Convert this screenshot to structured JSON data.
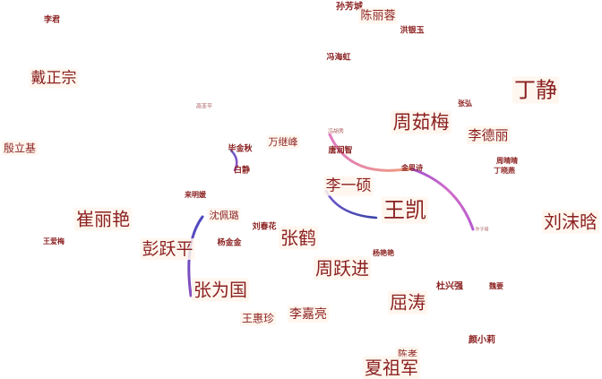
{
  "colors": {
    "label_text": "#8a1f1f",
    "faint_text": "#c65a3a",
    "label_bg": "#fff6ec",
    "edge_purple": "#c060c8",
    "edge_blue": "#5a4bb8",
    "edge_orange": "#e8a080",
    "edge_violet": "#7a4fc0"
  },
  "nodes": [
    {
      "id": "sun_fangcheng",
      "label": "孙芳城"
    },
    {
      "id": "chen_lirong",
      "label": "陈丽蓉"
    },
    {
      "id": "hong_yinyu",
      "label": "洪银玉"
    },
    {
      "id": "li_jun",
      "label": "李君"
    },
    {
      "id": "feng_haihong",
      "label": "冯海虹"
    },
    {
      "id": "dai_zhengzong",
      "label": "戴正宗"
    },
    {
      "id": "ding_jing",
      "label": "丁静"
    },
    {
      "id": "zhang_hong",
      "label": "张弘"
    },
    {
      "id": "zhou_rumei",
      "label": "周茹梅"
    },
    {
      "id": "li_deli",
      "label": "李德丽"
    },
    {
      "id": "faint_1",
      "label": "高亚平"
    },
    {
      "id": "faint_2",
      "label": "冯胡秀"
    },
    {
      "id": "yin_liji",
      "label": "殷立基"
    },
    {
      "id": "bi_jinqiu",
      "label": "毕金秋"
    },
    {
      "id": "wan_jifeng",
      "label": "万继峰"
    },
    {
      "id": "tang_runzhi",
      "label": "唐润智"
    },
    {
      "id": "liu_qingjing",
      "label": "周晴晴"
    },
    {
      "id": "bai_jing",
      "label": "白静"
    },
    {
      "id": "jin_siyi",
      "label": "金思诗"
    },
    {
      "id": "ding_xiaoyan",
      "label": "丁晓燕"
    },
    {
      "id": "li_yishuo",
      "label": "李一硕"
    },
    {
      "id": "lai_mingyuan",
      "label": "来明媛"
    },
    {
      "id": "wang_kai",
      "label": "王凯"
    },
    {
      "id": "liu_muhan",
      "label": "刘沫晗"
    },
    {
      "id": "cui_liyan",
      "label": "崔丽艳"
    },
    {
      "id": "shen_peilu",
      "label": "沈佩璐"
    },
    {
      "id": "faint_3",
      "label": "许子琦"
    },
    {
      "id": "liu_chunhua",
      "label": "刘春花"
    },
    {
      "id": "wang_aimei",
      "label": "王爱梅"
    },
    {
      "id": "zhang_he",
      "label": "张鹤"
    },
    {
      "id": "yang_aiai",
      "label": "杨艳艳"
    },
    {
      "id": "yang_jinjin",
      "label": "杨金金"
    },
    {
      "id": "peng_yueping",
      "label": "彭跃平"
    },
    {
      "id": "zhou_yuejin",
      "label": "周跃进"
    },
    {
      "id": "du_xingqiang",
      "label": "杜兴强"
    },
    {
      "id": "wei_yao",
      "label": "魏要"
    },
    {
      "id": "zhang_weiguo",
      "label": "张为国"
    },
    {
      "id": "qu_tao",
      "label": "屈涛"
    },
    {
      "id": "wang_huizhen",
      "label": "王惠珍"
    },
    {
      "id": "li_jialiang",
      "label": "李嘉亮"
    },
    {
      "id": "yan_xiaoli",
      "label": "颜小莉"
    },
    {
      "id": "chen_xiao",
      "label": "陈孝"
    },
    {
      "id": "xia_zujun",
      "label": "夏祖军"
    }
  ]
}
